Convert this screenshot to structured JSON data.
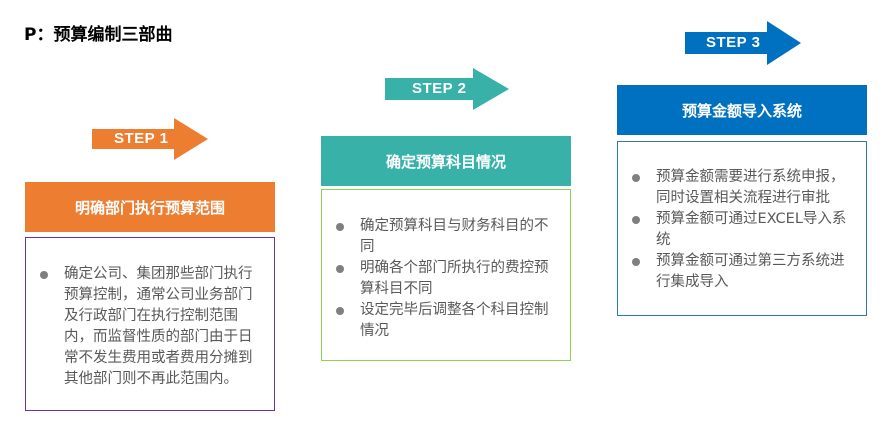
{
  "title": "P：预算编制三部曲",
  "steps": [
    {
      "arrow_label": "STEP 1",
      "arrow_color": "#ed7d31",
      "header": "明确部门执行预算范围",
      "header_color": "#ed7d31",
      "border_color": "#7030a0",
      "bullets": [
        "确定公司、集团那些部门执行预算控制，通常公司业务部门及行政部门在执行控制范围内，而监督性质的部门由于日常不发生费用或者费用分摊到其他部门则不再此范围内。"
      ]
    },
    {
      "arrow_label": "STEP 2",
      "arrow_color": "#38b2a9",
      "header": "确定预算科目情况",
      "header_color": "#38b2a9",
      "border_color": "#92d050",
      "bullets": [
        "确定预算科目与财务科目的不同",
        "明确各个部门所执行的费控预算科目不同",
        "设定完毕后调整各个科目控制情况"
      ]
    },
    {
      "arrow_label": "STEP 3",
      "arrow_color": "#0070c0",
      "header": "预算金额导入系统",
      "header_color": "#0070c0",
      "border_color": "#2e75b6",
      "bullets": [
        "预算金额需要进行系统申报，同时设置相关流程进行审批",
        "预算金额可通过EXCEL导入系统",
        "预算金额可通过第三方系统进行集成导入"
      ]
    }
  ]
}
